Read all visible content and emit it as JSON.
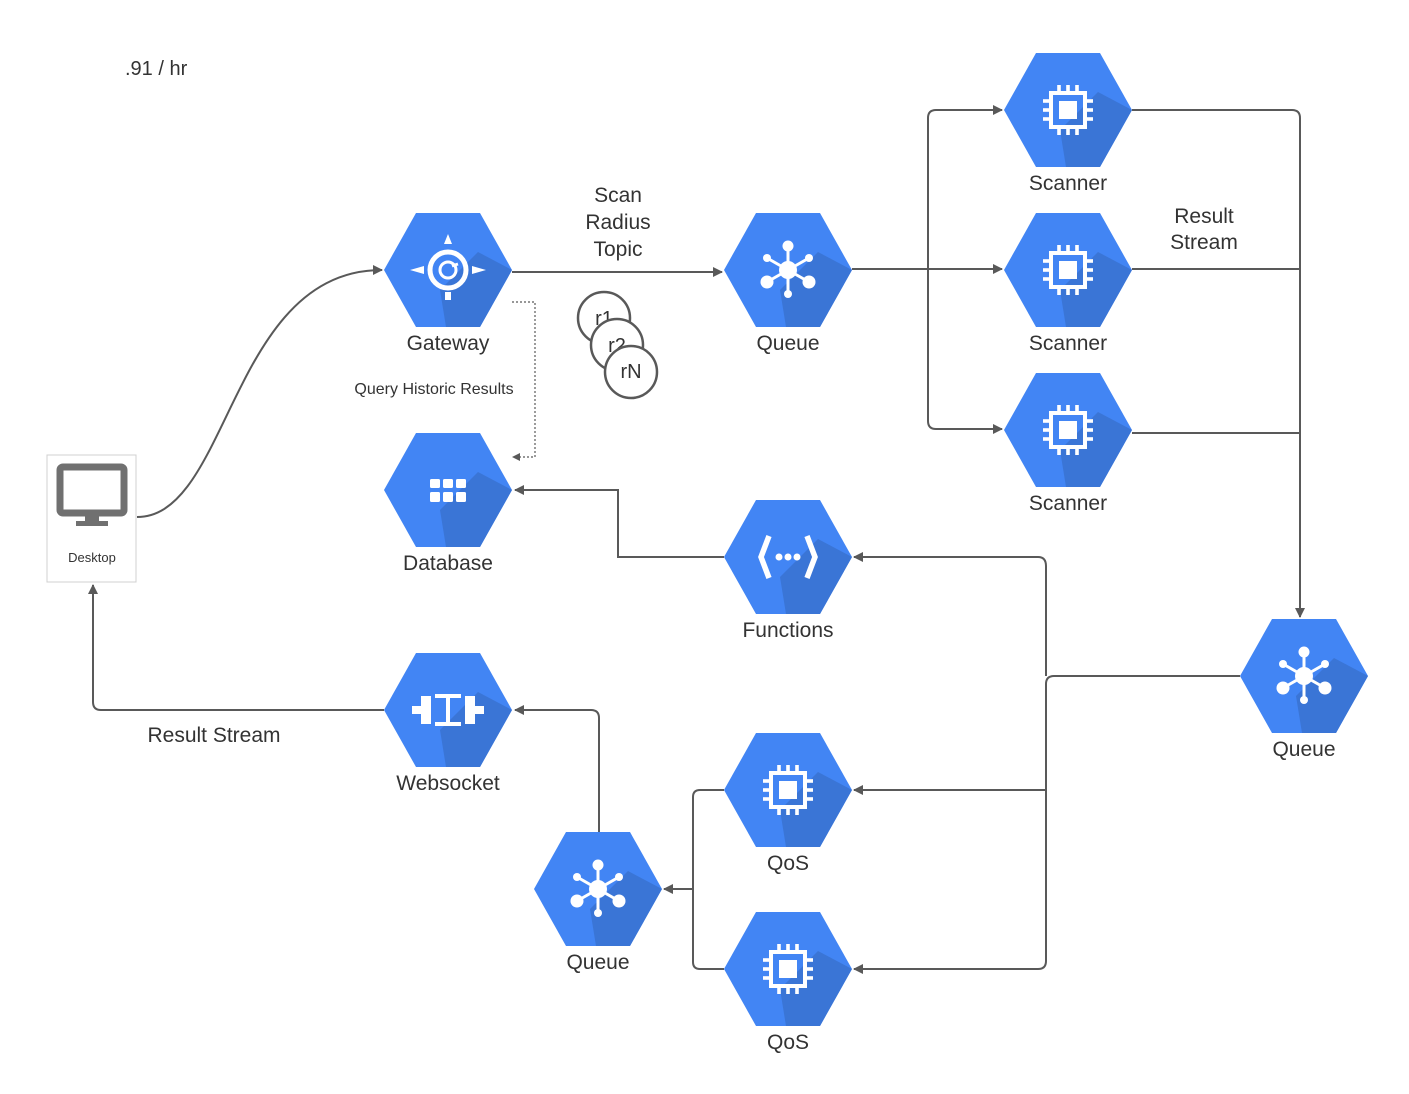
{
  "header": {
    "rate_text": ".91 / hr"
  },
  "colors": {
    "hex_fill": "#4285F4",
    "hex_shadow": "#3A75D6",
    "connector": "#595959",
    "label_text": "#333333"
  },
  "nodes": {
    "desktop": {
      "label": "Desktop",
      "icon": "monitor-icon"
    },
    "gateway": {
      "label": "Gateway",
      "icon": "gateway-icon"
    },
    "database": {
      "label": "Database",
      "icon": "grid-icon"
    },
    "queue_top": {
      "label": "Queue",
      "icon": "hub-icon"
    },
    "scanner_1": {
      "label": "Scanner",
      "icon": "chip-icon"
    },
    "scanner_2": {
      "label": "Scanner",
      "icon": "chip-icon"
    },
    "scanner_3": {
      "label": "Scanner",
      "icon": "chip-icon"
    },
    "queue_right": {
      "label": "Queue",
      "icon": "hub-icon"
    },
    "functions": {
      "label": "Functions",
      "icon": "functions-icon"
    },
    "websocket": {
      "label": "Websocket",
      "icon": "connector-icon"
    },
    "qos_1": {
      "label": "QoS",
      "icon": "chip-icon"
    },
    "qos_2": {
      "label": "QoS",
      "icon": "chip-icon"
    },
    "queue_bottom": {
      "label": "Queue",
      "icon": "hub-icon"
    }
  },
  "edge_labels": {
    "scan_topic": [
      "Scan",
      "Radius",
      "Topic"
    ],
    "result_stream_right": [
      "Result",
      "Stream"
    ],
    "query_historic": "Query Historic Results",
    "result_stream_left": "Result Stream"
  },
  "partitions": [
    "r1",
    "r2",
    "rN"
  ]
}
